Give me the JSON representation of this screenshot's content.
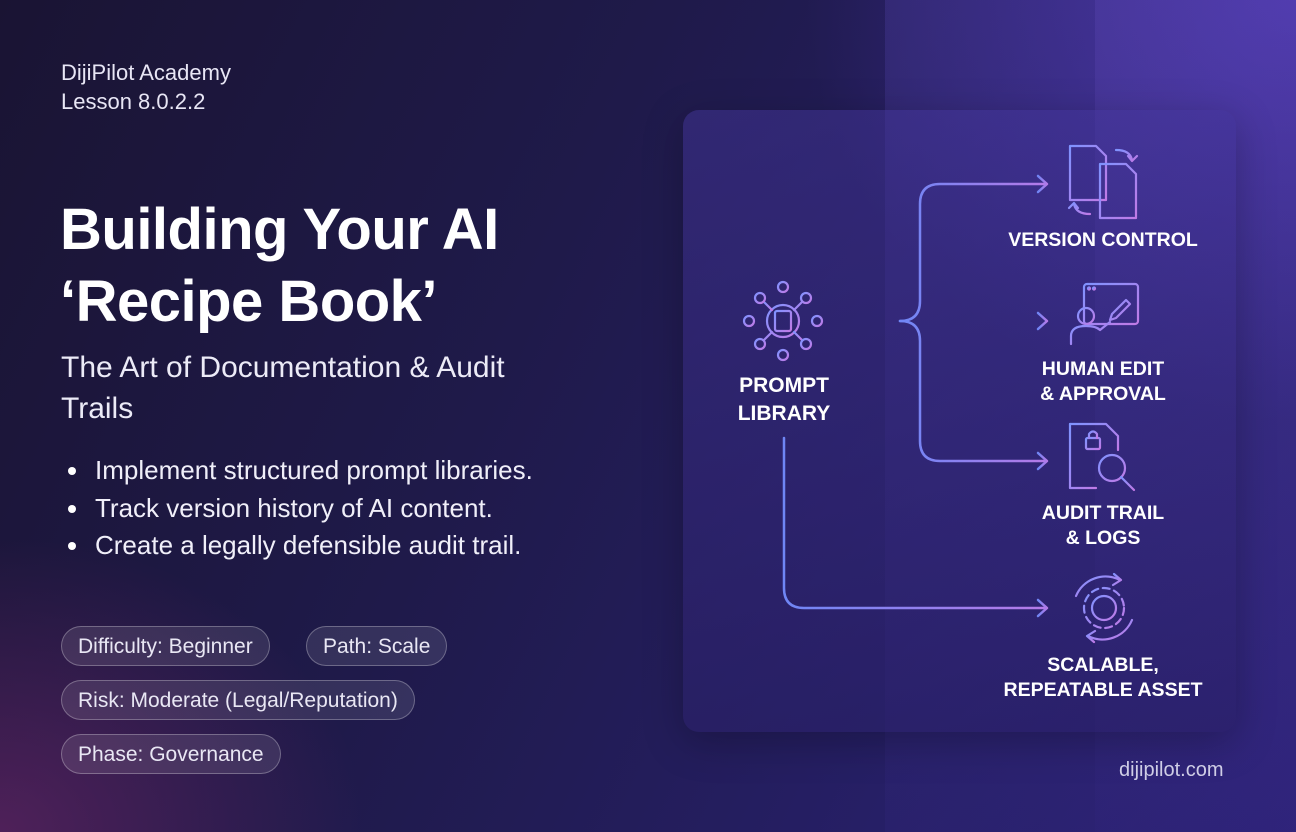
{
  "brand": {
    "name": "DijiPilot Academy",
    "lesson": "Lesson 8.0.2.2"
  },
  "title": {
    "line1": "Building Your AI",
    "line2": "‘Recipe Book’"
  },
  "subtitle": "The Art of Documentation & Audit Trails",
  "bullets": [
    "Implement structured prompt libraries.",
    "Track version history of AI content.",
    "Create a legally defensible audit trail."
  ],
  "chips": {
    "difficulty": "Difficulty: Beginner",
    "path": "Path: Scale",
    "risk": "Risk: Moderate (Legal/Reputation)",
    "phase": "Phase: Governance"
  },
  "diagram": {
    "source": {
      "line1": "PROMPT",
      "line2": "LIBRARY",
      "icon": "network-hub-icon"
    },
    "targets": [
      {
        "line1": "VERSION CONTROL",
        "line2": "",
        "icon": "documents-sync-icon"
      },
      {
        "line1": "HUMAN EDIT",
        "line2": "& APPROVAL",
        "icon": "user-editing-screen-icon"
      },
      {
        "line1": "AUDIT TRAIL",
        "line2": "& LOGS",
        "icon": "locked-document-search-icon"
      },
      {
        "line1": "SCALABLE,",
        "line2": "REPEATABLE ASSET",
        "icon": "gear-cycle-icon"
      }
    ]
  },
  "colors": {
    "accent_blue": "#6f86f5",
    "accent_purple": "#b57ae8",
    "text": "#ffffff"
  },
  "footer": {
    "url": "dijipilot.com"
  }
}
